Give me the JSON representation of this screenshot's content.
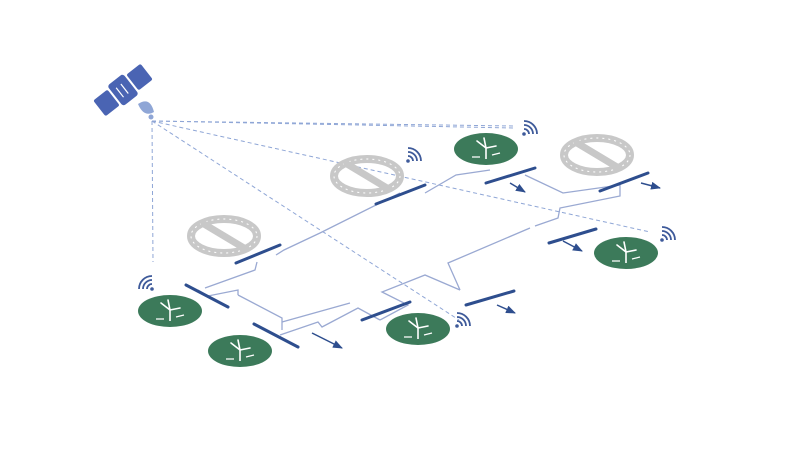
{
  "colors": {
    "background": "#ffffff",
    "satellite": "#4a64b3",
    "antenna": "#8fa6d6",
    "link_dash": "#8fa6d6",
    "grid_line": "#9aa9d2",
    "bus_bar": "#2e4e8e",
    "arrow": "#2e4e8e",
    "gen_active": "#3c7a5a",
    "gen_icon": "#ffffff",
    "gen_inactive": "#c8c8c8",
    "wifi": "#3e5a9a"
  },
  "icons": {
    "satellite": "satellite-icon",
    "active_node": "wind-turbine-icon",
    "inactive_node": "no-connection-icon",
    "signal": "wifi-signal-icon",
    "load": "load-arrow-icon"
  },
  "nodes": [
    {
      "id": "n1",
      "status": "active"
    },
    {
      "id": "n2",
      "status": "active"
    },
    {
      "id": "n3",
      "status": "active"
    },
    {
      "id": "n4",
      "status": "active"
    },
    {
      "id": "n5",
      "status": "active"
    },
    {
      "id": "i1",
      "status": "inactive"
    },
    {
      "id": "i2",
      "status": "inactive"
    },
    {
      "id": "i3",
      "status": "inactive"
    }
  ]
}
